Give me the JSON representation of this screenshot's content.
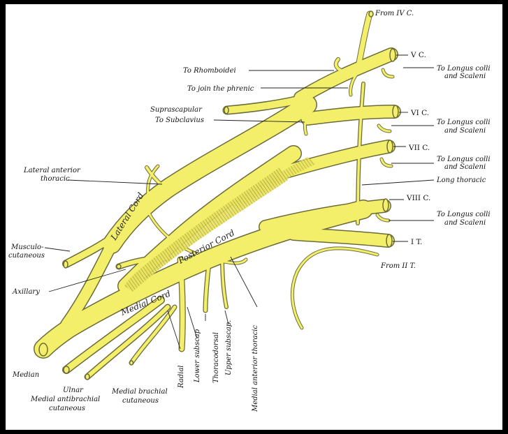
{
  "colors": {
    "nerve": "#f3ef6a",
    "nerve_shadow": "#b9b24a",
    "outline": "#6b6b3a",
    "paper": "#ffffff",
    "background": "#000000"
  },
  "roots": {
    "c4": "From IV C.",
    "c5": "V C.",
    "c6": "VI C.",
    "c7": "VII C.",
    "c8": "VIII C.",
    "t1": "I T.",
    "t2": "From II T."
  },
  "labels_right": {
    "longus_1_a": "To Longus colli",
    "longus_1_b": "and Scaleni",
    "longus_2_a": "To Longus colli",
    "longus_2_b": "and Scaleni",
    "longus_3_a": "To Longus colli",
    "longus_3_b": "and Scaleni",
    "long_thoracic": "Long thoracic",
    "longus_4_a": "To Longus colli",
    "longus_4_b": "and Scaleni"
  },
  "labels_top": {
    "rhomboidei": "To Rhomboidei",
    "phrenic": "To join the phrenic",
    "suprascapular": "Suprascapular",
    "subclavius": "To Subclavius"
  },
  "labels_left": {
    "lat_ant_thor_a": "Lateral anterior",
    "lat_ant_thor_b": "thoracic",
    "musculo_a": "Musculo-",
    "musculo_b": "cutaneous",
    "axillary": "Axillary",
    "median": "Median"
  },
  "labels_bottom": {
    "ulnar": "Ulnar",
    "med_antibrachial_a": "Medial antibrachial",
    "med_antibrachial_b": "cutaneous",
    "med_brachial_a": "Medial brachial",
    "med_brachial_b": "cutaneous",
    "radial": "Radial",
    "lower_subscap": "Lower subscap",
    "thoracodorsal": "Thoracodorsal",
    "upper_subscap": "Upper subscap.",
    "med_ant_thoracic": "Medial anterior thoracic"
  },
  "cords": {
    "lateral": "Lateral Cord",
    "posterior": "Posterior Cord",
    "medial": "Medial Cord"
  }
}
